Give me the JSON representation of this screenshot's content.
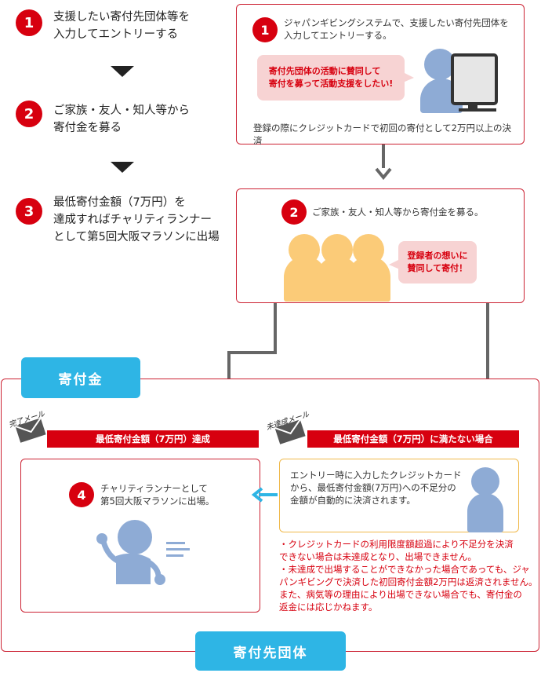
{
  "steps": [
    {
      "num": "1",
      "text": "支援したい寄付先団体等を\n入力してエントリーする"
    },
    {
      "num": "2",
      "text": "ご家族・友人・知人等から\n寄付金を募る"
    },
    {
      "num": "3",
      "text": "最低寄付金額（7万円）を\n達成すればチャリティランナー\nとして第5回大阪マラソンに出場"
    }
  ],
  "box1": {
    "num": "1",
    "text": "ジャパンギビングシステムで、支援したい寄付先団体を\n入力してエントリーする。",
    "bubble": "寄付先団体の活動に賛同して\n寄付を募って活動支援をしたい!",
    "footer": "登録の際にクレジットカードで初回の寄付として2万円以上の決済"
  },
  "box2": {
    "num": "2",
    "text": "ご家族・友人・知人等から寄付金を募る。",
    "bubble": "登録者の想いに\n賛同して寄付！"
  },
  "kifukin_label": "寄付金",
  "dantai_label": "寄付先団体",
  "completed": {
    "mail_label": "完了メール",
    "bar": "最低寄付金額（7万円）達成",
    "num": "4",
    "text": "チャリティランナーとして\n第5回大阪マラソンに出場。"
  },
  "not_reached": {
    "mail_label": "未達成メール",
    "bar": "最低寄付金額（7万円）に満たない場合",
    "text": "エントリー時に入力したクレジットカード\nから、最低寄付金額(7万円)への不足分の\n金額が自動的に決済されます。",
    "notes": "・クレジットカードの利用限度額超過により不足分を決済\nできない場合は未達成となり、出場できません。\n・未達成で出場することができなかった場合であっても、ジャ\nパンギビングで決済した初回寄付金額2万円は返済されません。\nまた、病気等の理由により出場できない場合でも、寄付金の\n返金には応じかねます。"
  },
  "colors": {
    "red": "#d7000f",
    "blue_tab": "#2eb5e5",
    "person_blue": "#8eabd5",
    "person_yellow": "#fbcb78",
    "bubble_pink": "#f7d3d3",
    "arrow_gray": "#666666"
  }
}
